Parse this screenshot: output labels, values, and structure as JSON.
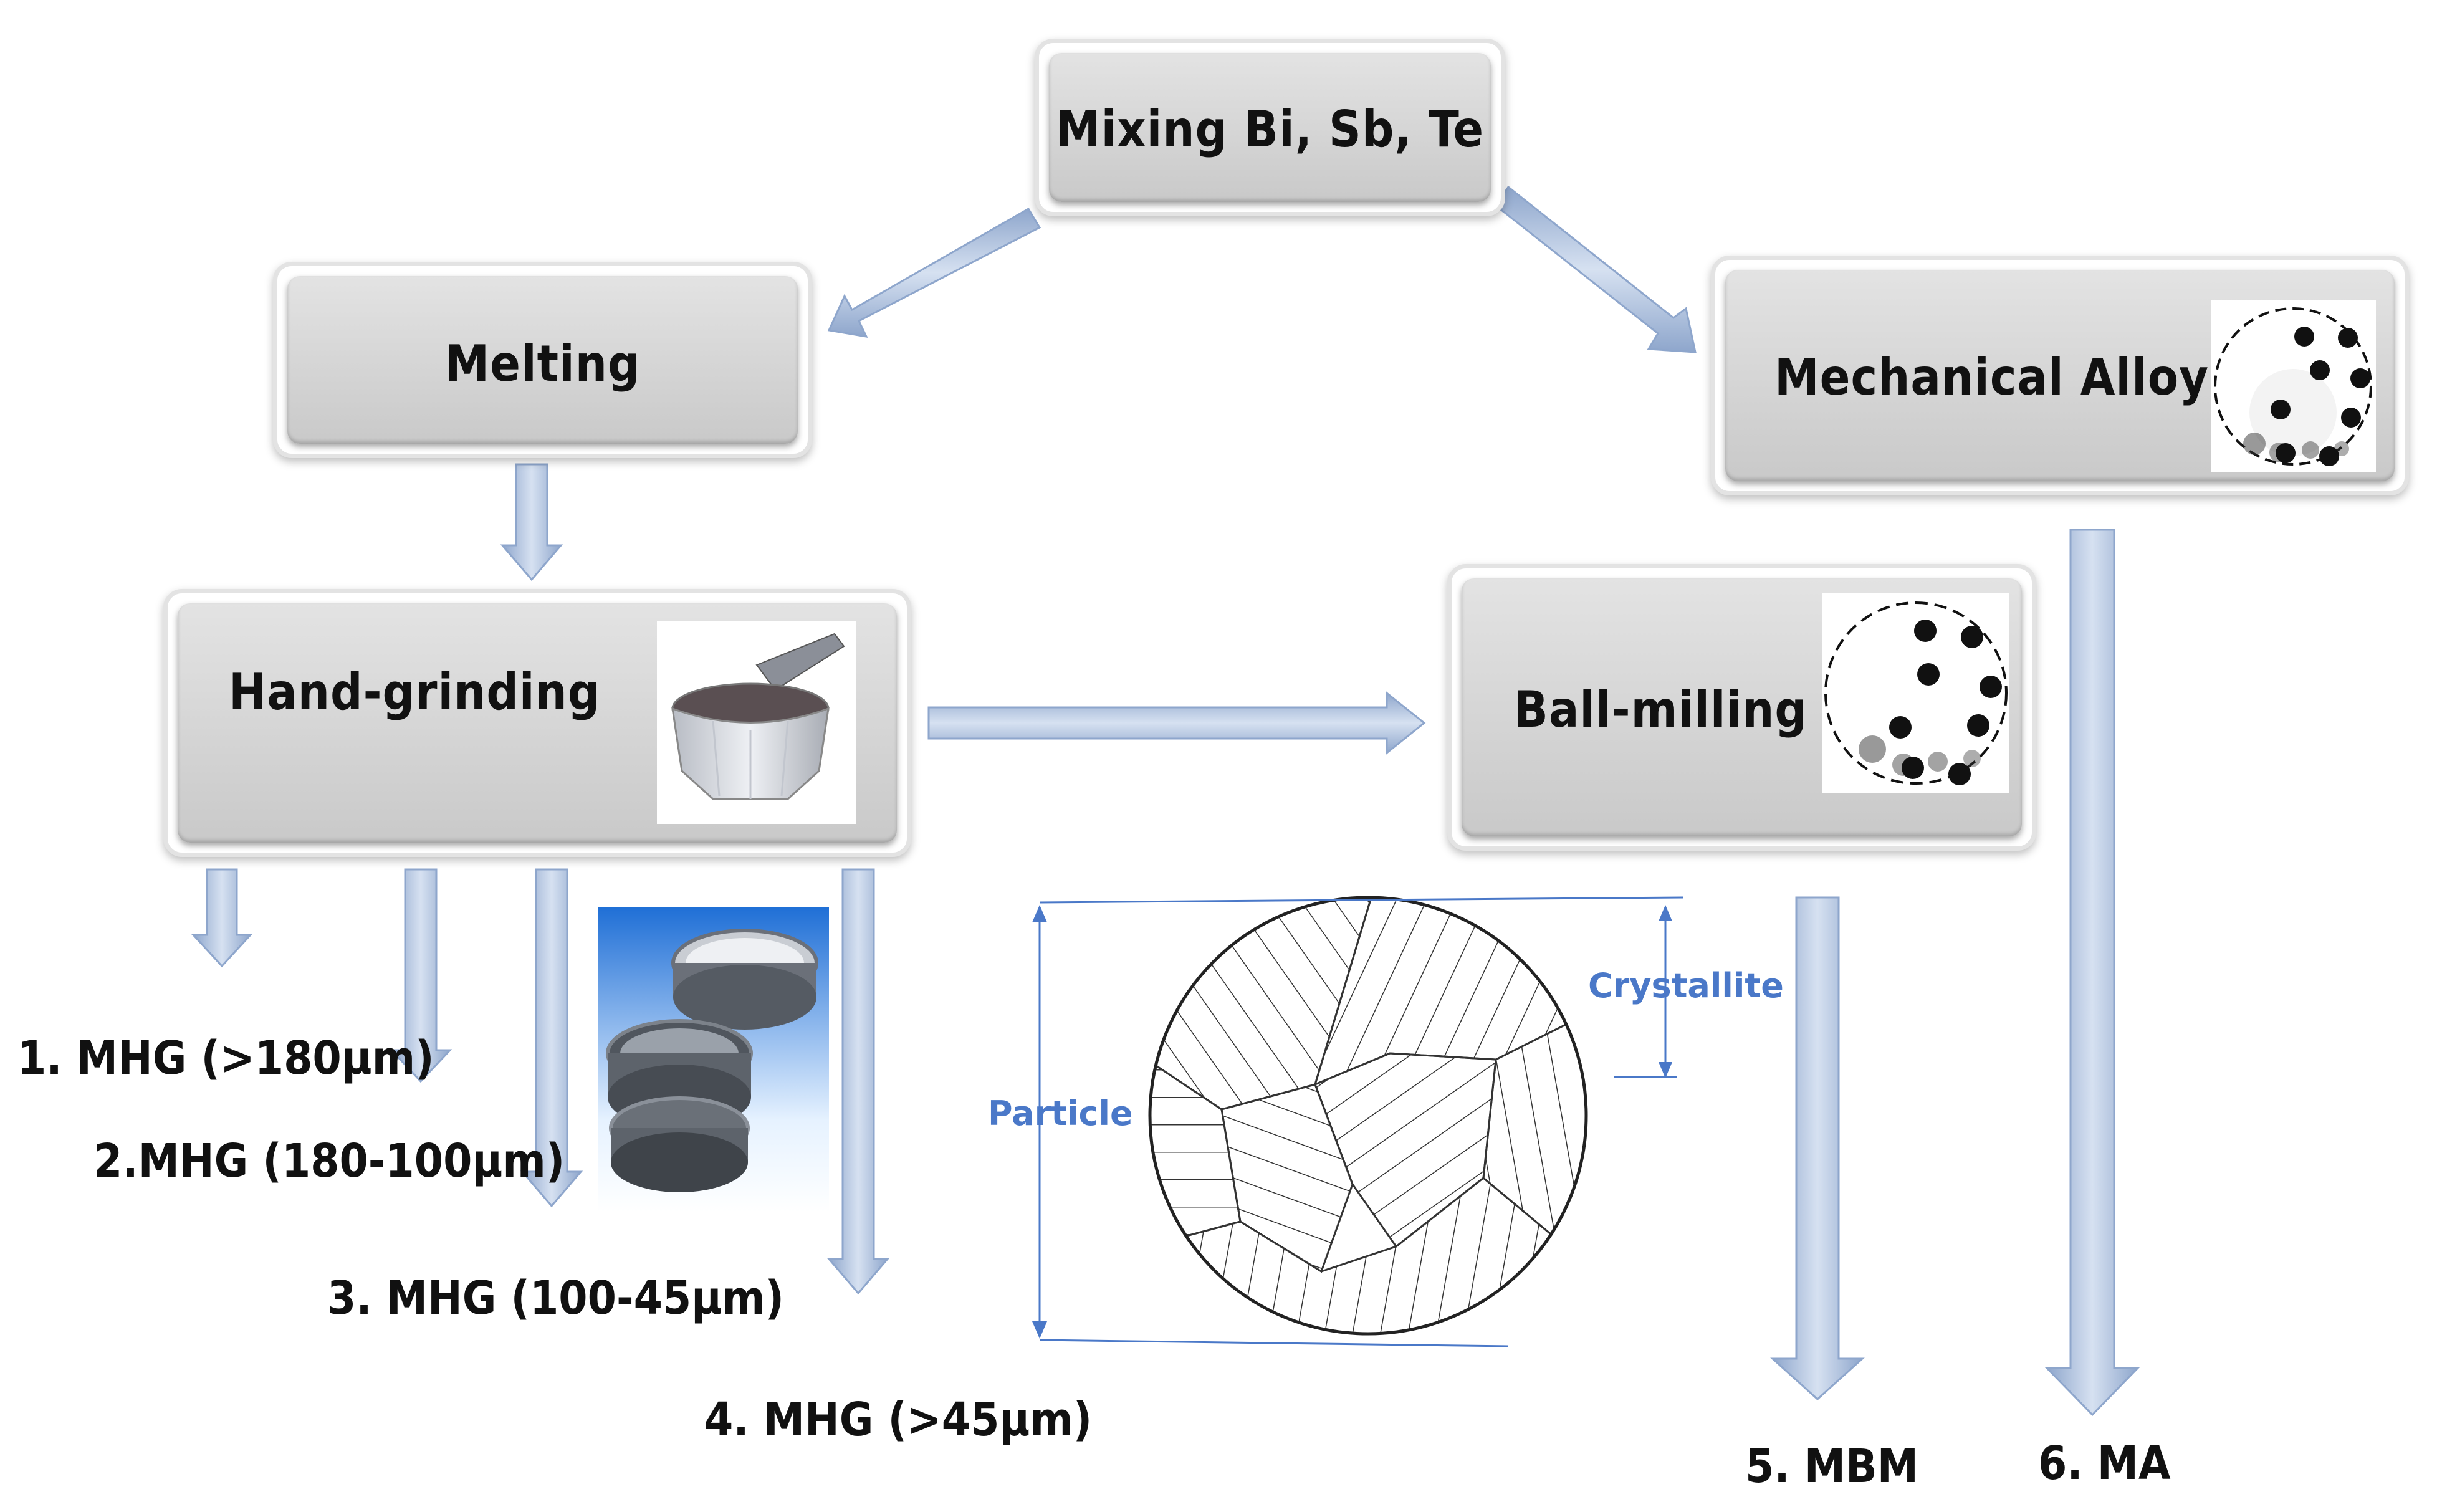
{
  "nodes": {
    "mixing": "Mixing Bi, Sb, Te",
    "melting": "Melting",
    "mechanical_alloying": "Mechanical  Alloying",
    "hand_grinding": "Hand-grinding",
    "ball_milling": "Ball-milling"
  },
  "outputs": {
    "mhg1": "1. MHG (>180μm)",
    "mhg2": "2.MHG (180-100μm)",
    "mhg3": "3. MHG (100-45μm)",
    "mhg4": "4. MHG (>45μm)",
    "mbm": "5. MBM",
    "ma": "6. MA"
  },
  "particle_diagram": {
    "particle_label": "Particle",
    "crystallite_label": "Crystallite"
  },
  "icons": {
    "mortar": "mortar-and-pestle-icon",
    "ball_mill_jar": "ball-mill-jar-icon",
    "sieve": "sieve-stack-icon"
  },
  "colors": {
    "arrow_fill": "#b4c6e2",
    "arrow_edge": "#8ea6cc",
    "box_fill": "#d6d6d6",
    "diagram_label": "#4a78c8"
  }
}
